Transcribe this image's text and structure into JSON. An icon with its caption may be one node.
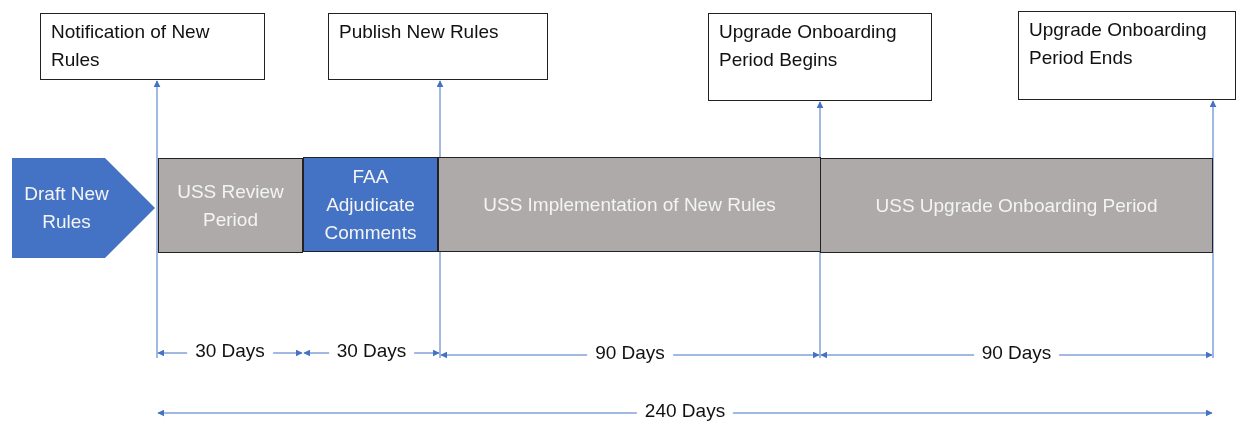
{
  "diagram": {
    "nodes": [
      {
        "text": [
          "Notification of  New Rules"
        ]
      },
      {
        "text": [
          "Publish New Rules"
        ]
      },
      {
        "text": [
          "Upgrade Onboarding Period Begins"
        ]
      },
      {
        "text": [
          "Upgrade Onboarding Period Ends"
        ]
      },
      {
        "text": [
          "Draft New Rules"
        ]
      },
      {
        "text": [
          "USS Review Period"
        ]
      },
      {
        "text": [
          "FAA Adjudicate Comments"
        ]
      },
      {
        "text": [
          "USS Implementation of New Rules"
        ]
      },
      {
        "text": [
          "USS Upgrade Onboarding Period"
        ]
      }
    ],
    "edges": [
      {
        "from": null,
        "to": 0,
        "arrow": "to"
      },
      {
        "from": null,
        "to": 1,
        "arrow": "to"
      },
      {
        "from": null,
        "to": 2,
        "arrow": "to"
      },
      {
        "from": null,
        "to": 3,
        "arrow": "to"
      }
    ],
    "labels": [
      "30 Days",
      "30 Days",
      "90 Days",
      "90 Days",
      "240 Days"
    ]
  }
}
